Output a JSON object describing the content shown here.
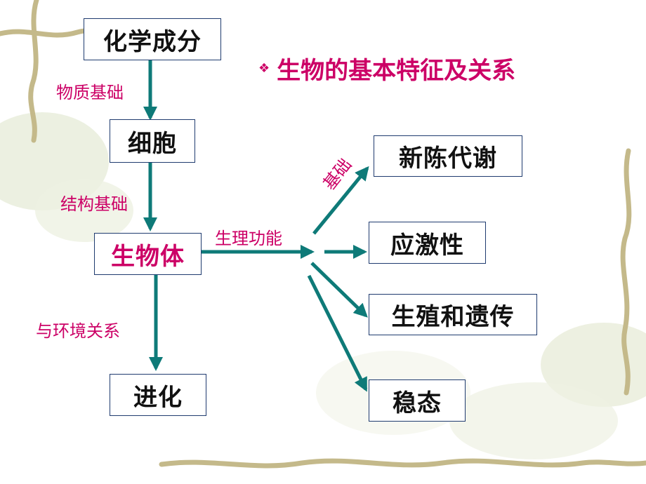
{
  "title": {
    "bullet": "❖",
    "text": "生物的基本特征及关系"
  },
  "nodes": {
    "chemical": "化学成分",
    "cell": "细胞",
    "organism": "生物体",
    "evolution": "进化",
    "metabolism": "新陈代谢",
    "irritability": "应激性",
    "reproduction": "生殖和遗传",
    "homeostasis": "稳态"
  },
  "edges": {
    "material_basis": "物质基础",
    "structural_basis": "结构基础",
    "environment": "与环境关系",
    "physiology": "生理功能",
    "basis": "基础"
  },
  "colors": {
    "arrow": "#0e7a78",
    "label": "#cc0066",
    "border": "#1f3b6f"
  }
}
